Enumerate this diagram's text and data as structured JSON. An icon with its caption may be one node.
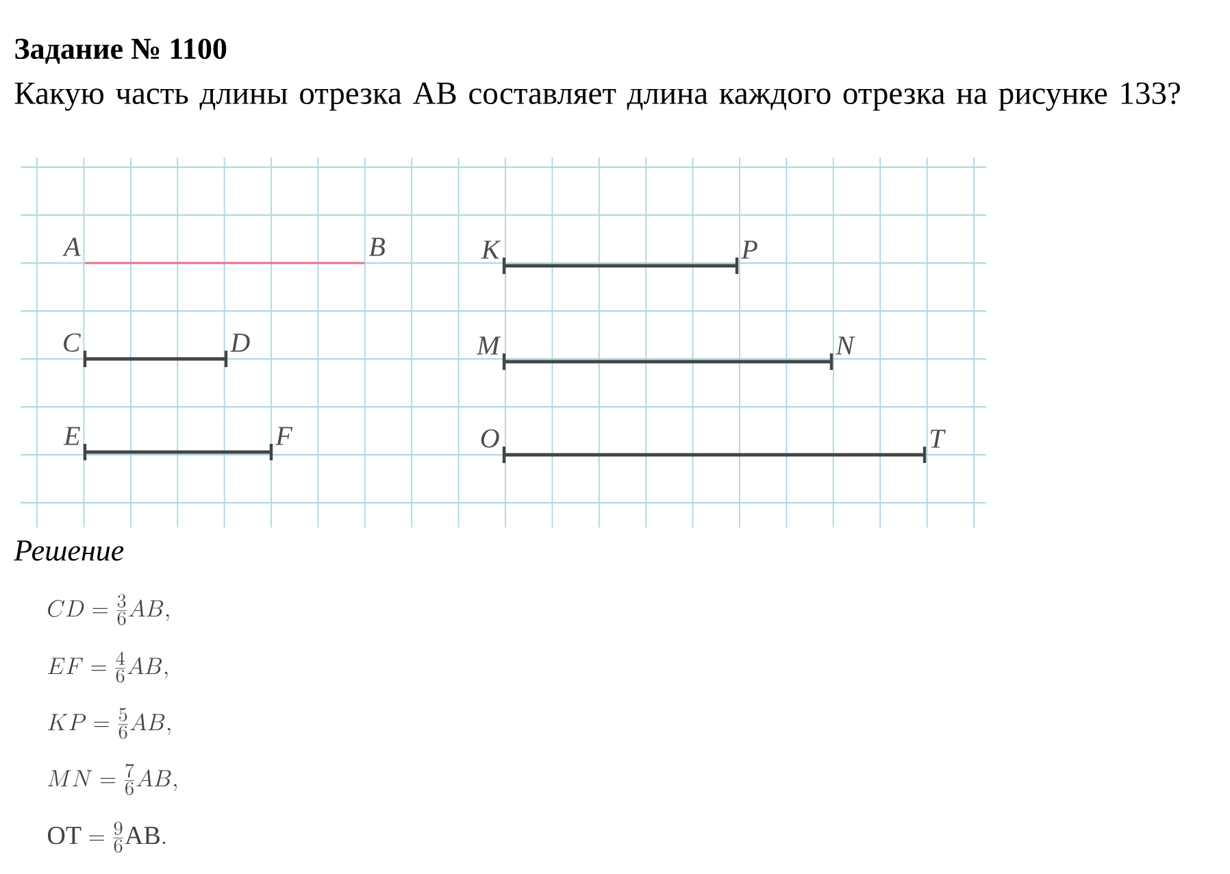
{
  "diagram": {
    "title": "Задание № 1100",
    "nodes": [
      {
        "text": [
          "A"
        ]
      },
      {
        "text": [
          "B"
        ]
      },
      {
        "text": [
          "K"
        ]
      },
      {
        "text": [
          "P"
        ]
      },
      {
        "text": [
          "C"
        ]
      },
      {
        "text": [
          "D"
        ]
      },
      {
        "text": [
          "M"
        ]
      },
      {
        "text": [
          "N"
        ]
      },
      {
        "text": [
          "E"
        ]
      },
      {
        "text": [
          "F"
        ]
      },
      {
        "text": [
          "O"
        ]
      },
      {
        "text": [
          "T"
        ]
      }
    ],
    "edges": [
      {
        "from": 0,
        "to": 1,
        "arrow": "none",
        "color": "#e8708a"
      },
      {
        "from": 2,
        "to": 3,
        "arrow": "none"
      },
      {
        "from": 4,
        "to": 5,
        "arrow": "none"
      },
      {
        "from": 6,
        "to": 7,
        "arrow": "none"
      },
      {
        "from": 8,
        "to": 9,
        "arrow": "none"
      },
      {
        "from": 10,
        "to": 11,
        "arrow": "none"
      }
    ],
    "labels": [
      "Какую часть длины отрезка АВ составляет длина каждого отрезка на рисунке 133?",
      "Решение",
      "CD=\\frac{3}{6}AB,",
      "EF=\\frac{4}{6}AB,",
      "KP=\\frac{5}{6}AB,",
      "MN=\\frac{7}{6}AB,",
      "\\mathrm{OT}=\\frac{9}{6}\\mathrm{AB}."
    ]
  }
}
